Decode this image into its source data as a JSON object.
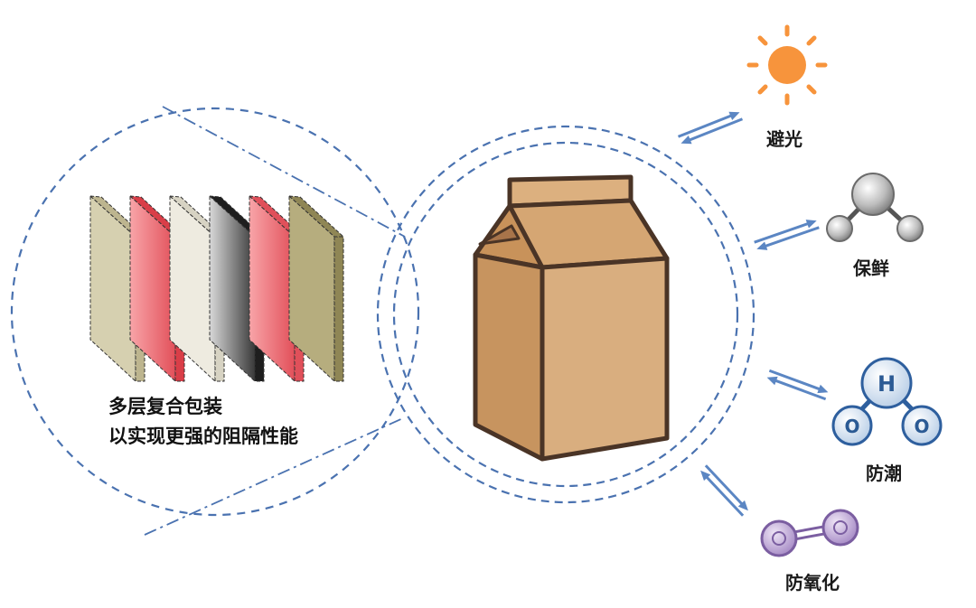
{
  "caption": {
    "line1": "多层复合包装",
    "line2": "以实现更强的阻隔性能"
  },
  "properties": [
    {
      "id": "light",
      "label": "避光",
      "icon": "sun-icon"
    },
    {
      "id": "fresh",
      "label": "保鲜",
      "icon": "molecule-icon"
    },
    {
      "id": "moisture",
      "label": "防潮",
      "icon": "water-molecule-icon"
    },
    {
      "id": "oxidation",
      "label": "防氧化",
      "icon": "oxygen-molecule-icon"
    }
  ],
  "water_molecule": {
    "h": "H",
    "o1": "O",
    "o2": "O"
  },
  "layers": [
    {
      "name": "layer-1",
      "color": "#d6d0b0"
    },
    {
      "name": "layer-2",
      "color": "#f2939a"
    },
    {
      "name": "layer-3",
      "color": "#eeebe0"
    },
    {
      "name": "layer-4",
      "color": "#a3a3a3"
    },
    {
      "name": "layer-5",
      "color": "#f69aa0"
    },
    {
      "name": "layer-6",
      "color": "#b6ad7e"
    }
  ],
  "colors": {
    "sun": "#f7943c",
    "arrow": "#5b86c3",
    "circle": "#4a72b0",
    "carton": "#d9ae7f",
    "water": "#2e5f9e",
    "oxygen": "#7b5ea1"
  }
}
